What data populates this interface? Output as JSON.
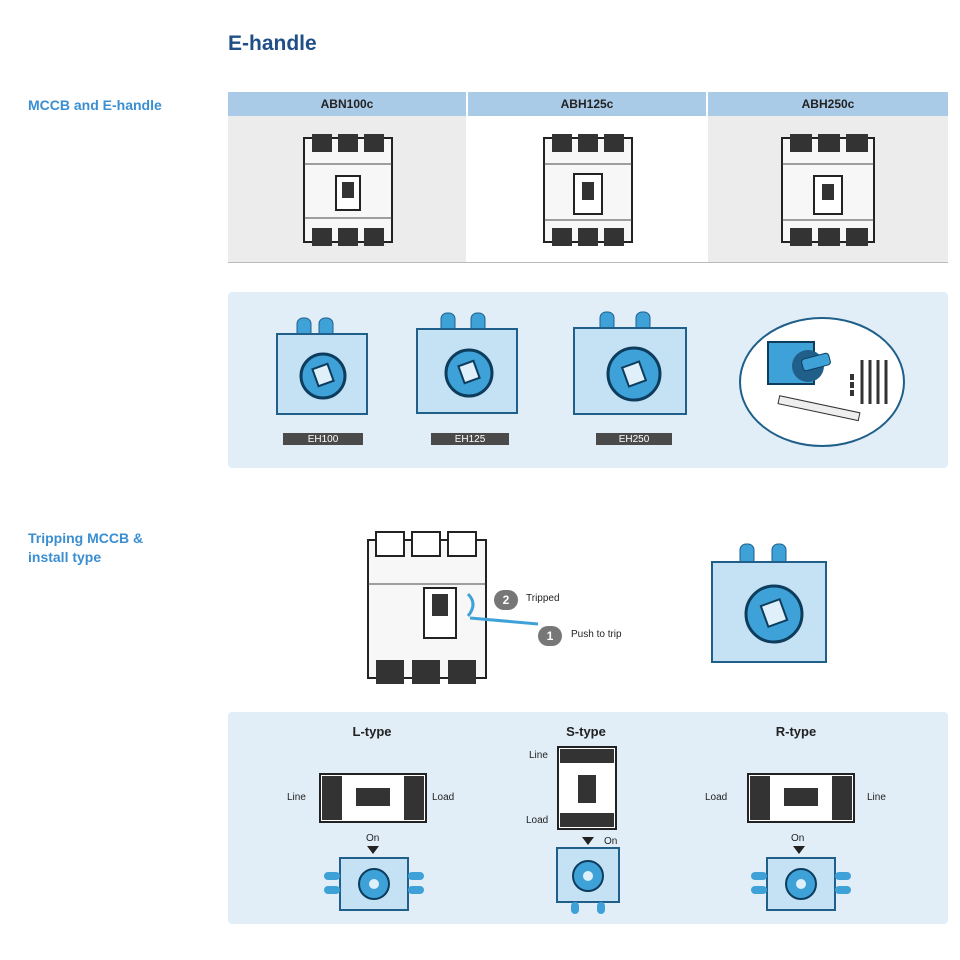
{
  "page_title": "E-handle",
  "sections": {
    "mccb_and_ehandle": "MCCB and E-handle",
    "tripping_line1": "Tripping MCCB &",
    "tripping_line2": "install type"
  },
  "mccb_table": {
    "columns": [
      "ABN100c",
      "ABH125c",
      "ABH250c"
    ]
  },
  "ehandles": [
    "EH100",
    "EH125",
    "EH250"
  ],
  "tripping": {
    "step2": {
      "num": "2",
      "label": "Tripped"
    },
    "step1": {
      "num": "1",
      "label": "Push to trip"
    }
  },
  "install_types": {
    "l_type": {
      "title": "L-type",
      "left": "Line",
      "right": "Load",
      "on": "On"
    },
    "s_type": {
      "title": "S-type",
      "top": "Line",
      "bottom": "Load",
      "on": "On"
    },
    "r_type": {
      "title": "R-type",
      "left": "Load",
      "right": "Line",
      "on": "On"
    }
  },
  "colors": {
    "title": "#1f4f86",
    "section_label": "#3a8ed2",
    "table_header": "#a9cbe8",
    "panel_bg": "#e1eef8",
    "handle_blue": "#3ea2d8"
  }
}
